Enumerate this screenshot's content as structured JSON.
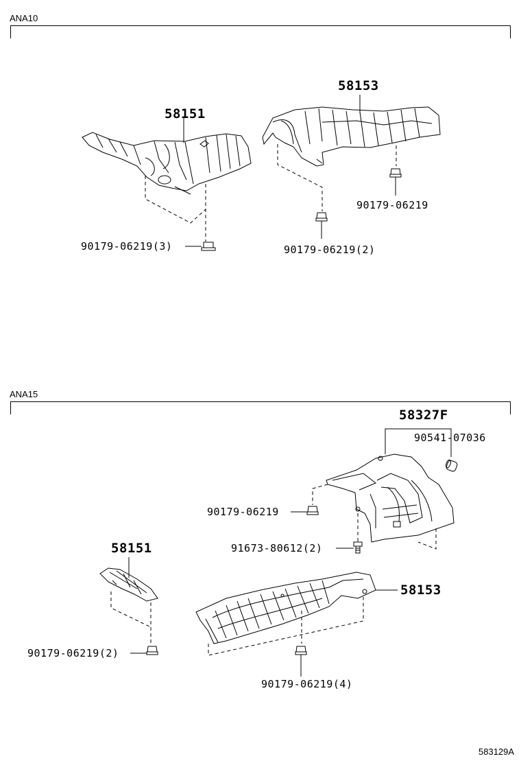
{
  "sections": [
    {
      "id": "ana10",
      "label": "ANA10",
      "callouts": {
        "left_part": "58151",
        "right_part": "58153",
        "left_nut": "90179-06219(3)",
        "mid_nut": "90179-06219(2)",
        "right_nut": "90179-06219"
      }
    },
    {
      "id": "ana15",
      "label": "ANA15",
      "callouts": {
        "upper_part": "58327F",
        "upper_clip": "90541-07036",
        "upper_nut": "90179-06219",
        "upper_bolt": "91673-80612(2)",
        "small_part": "58151",
        "long_part": "58153",
        "small_nut": "90179-06219(2)",
        "long_nut": "90179-06219(4)"
      }
    }
  ],
  "figure_id": "583129A"
}
